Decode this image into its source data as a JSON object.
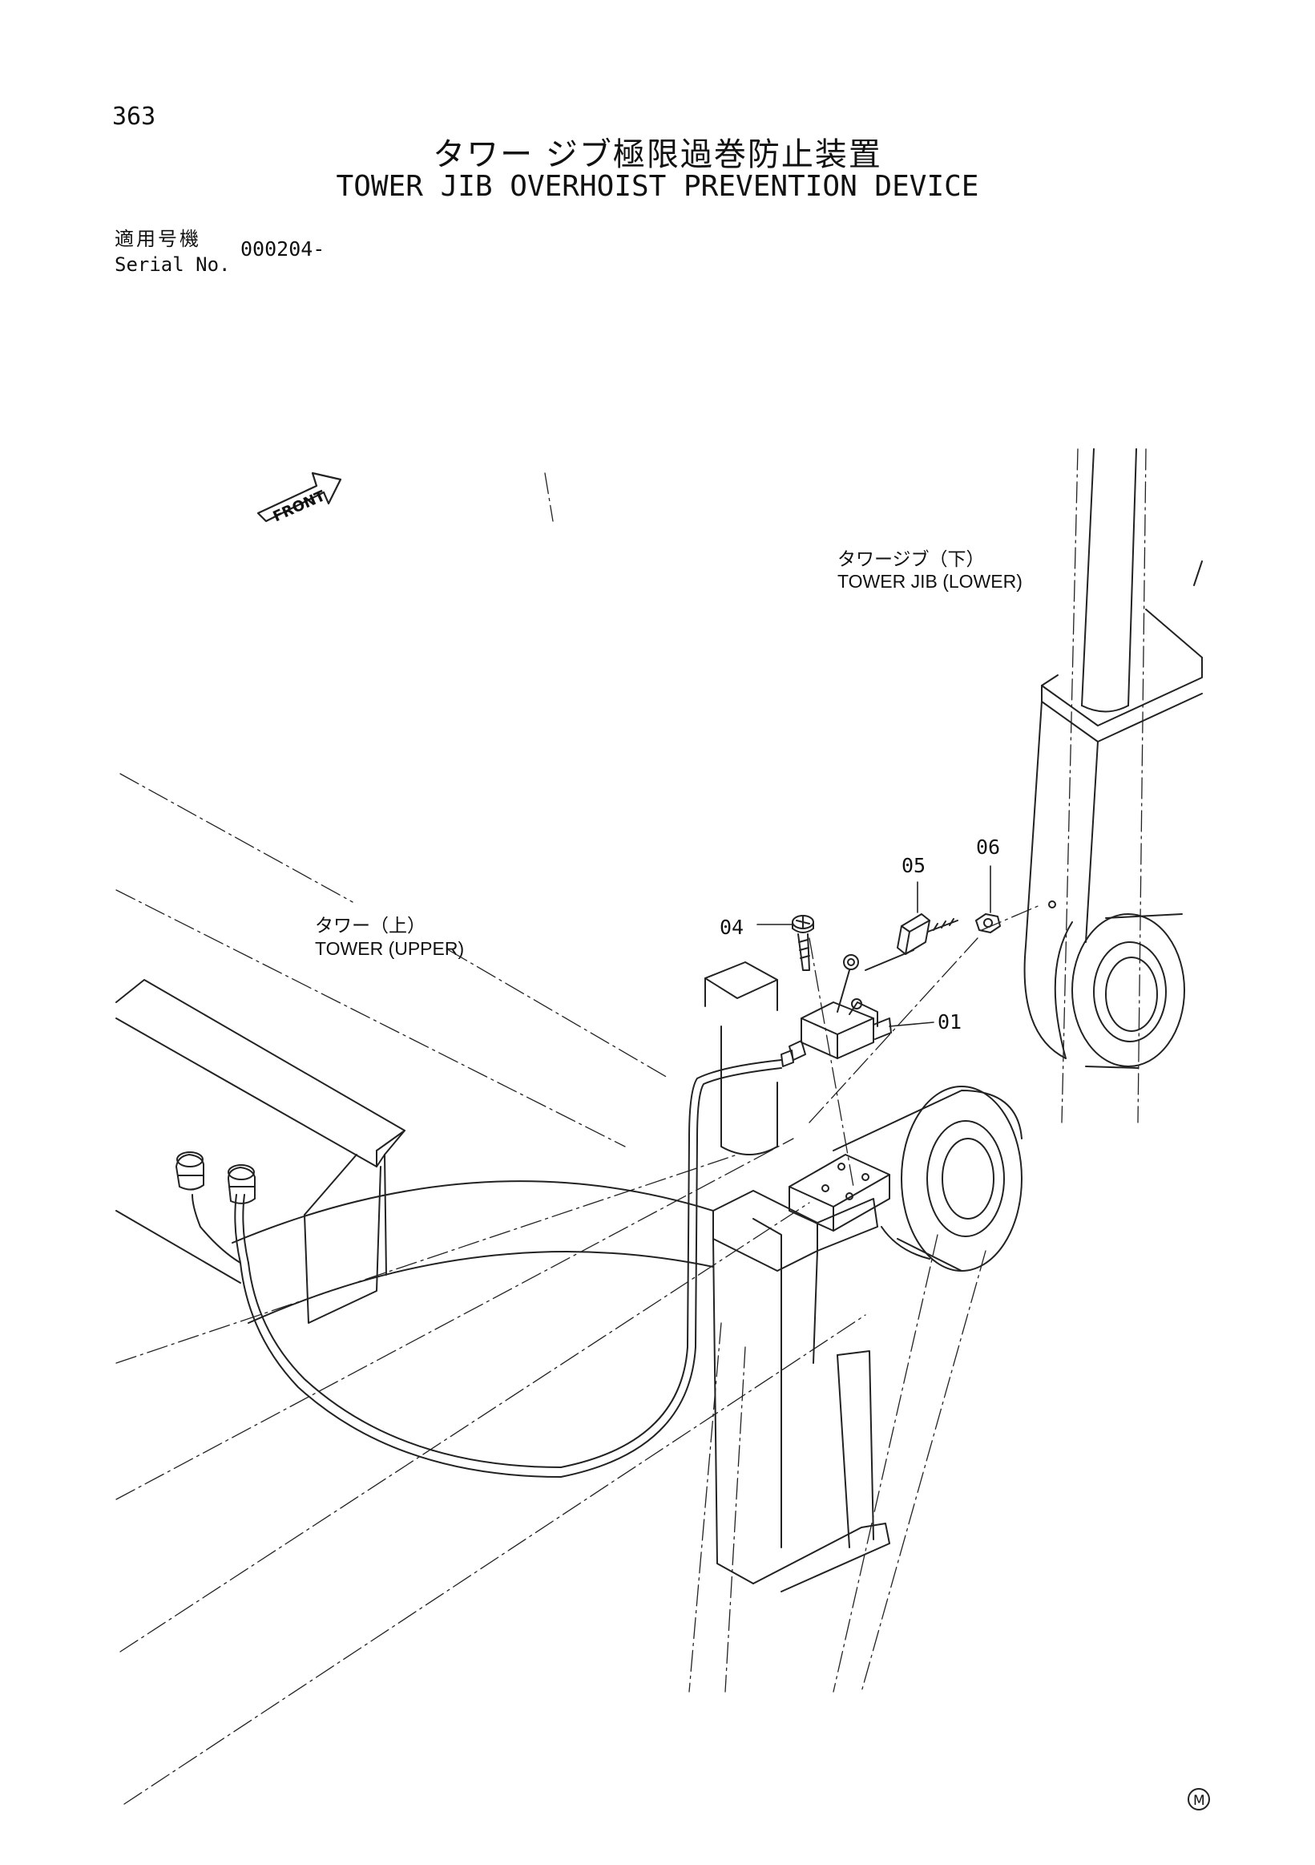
{
  "page_number": "363",
  "title_jp": "タワー ジブ極限過巻防止装置",
  "title_en": "TOWER JIB OVERHOIST PREVENTION DEVICE",
  "serial": {
    "label_jp": "適用号機",
    "label_en": "Serial No.",
    "value": "000204-"
  },
  "front_arrow": "FRONT",
  "labels": {
    "tower_jib_lower_jp": "タワージブ（下）",
    "tower_jib_lower_en": "TOWER JIB (LOWER)",
    "tower_upper_jp": "タワー（上）",
    "tower_upper_en": "TOWER (UPPER)"
  },
  "parts": [
    "01",
    "04",
    "05",
    "06"
  ],
  "mark": "M"
}
